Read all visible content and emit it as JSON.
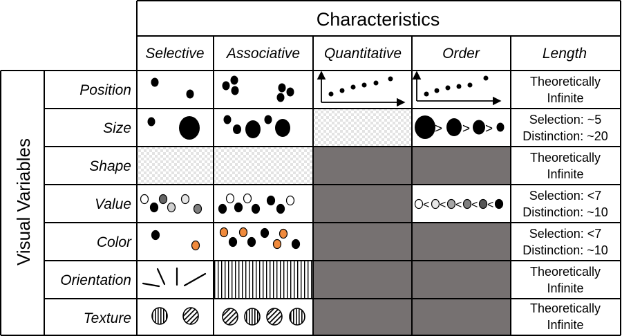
{
  "header": {
    "title": "Characteristics"
  },
  "side": {
    "title": "Visual Variables"
  },
  "columns": [
    "Selective",
    "Associative",
    "Quantitative",
    "Order",
    "Length"
  ],
  "rows": [
    {
      "label": "Position",
      "selective": "marks",
      "associative": "marks",
      "quantitative": "marks",
      "order": "marks",
      "length": [
        "Theoretically",
        "Infinite"
      ]
    },
    {
      "label": "Size",
      "selective": "marks",
      "associative": "marks",
      "quantitative": "pattern",
      "order": "marks",
      "length": [
        "Selection: ~5",
        "Distinction: ~20"
      ]
    },
    {
      "label": "Shape",
      "selective": "pattern",
      "associative": "pattern",
      "quantitative": "unsupported",
      "order": "unsupported",
      "length": [
        "Theoretically",
        "Infinite"
      ]
    },
    {
      "label": "Value",
      "selective": "marks",
      "associative": "marks",
      "quantitative": "unsupported",
      "order": "marks",
      "length": [
        "Selection: <7",
        "Distinction: ~10"
      ]
    },
    {
      "label": "Color",
      "selective": "marks",
      "associative": "marks",
      "quantitative": "unsupported",
      "order": "unsupported",
      "length": [
        "Selection: <7",
        "Distinction: ~10"
      ]
    },
    {
      "label": "Orientation",
      "selective": "marks",
      "associative": "stripes",
      "quantitative": "unsupported",
      "order": "unsupported",
      "length": [
        "Theoretically",
        "Infinite"
      ]
    },
    {
      "label": "Texture",
      "selective": "marks",
      "associative": "marks",
      "quantitative": "unsupported",
      "order": "unsupported",
      "length": [
        "Theoretically",
        "Infinite"
      ]
    }
  ],
  "colors": {
    "unsupported_fill": "#767171",
    "highlight_orange": "#f08a3c",
    "mid_gray": "#a6a6a6",
    "dark_gray": "#666666"
  }
}
